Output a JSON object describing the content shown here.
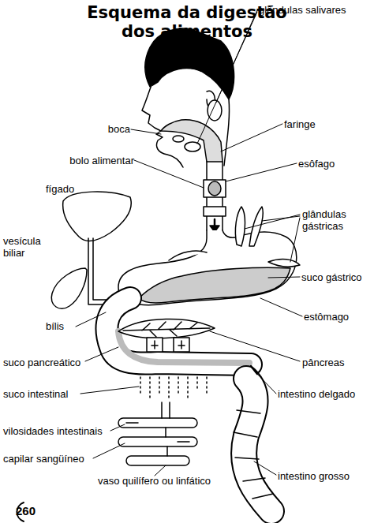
{
  "diagram": {
    "title": "Esquema da digestão dos alimentos",
    "labels": [
      "glândulas salivares",
      "boca",
      "faringe",
      "bolo alimentar",
      "esôfago",
      "fígado",
      "glândulas gástricas",
      "vesícula biliar",
      "suco gástrico",
      "bílis",
      "estômago",
      "pâncreas",
      "suco pancreático",
      "intestino delgado",
      "suco intestinal",
      "vilosidades intestinais",
      "capilar sangüíneo",
      "intestino grosso",
      "vaso quilífero ou linfático",
      "260"
    ]
  }
}
